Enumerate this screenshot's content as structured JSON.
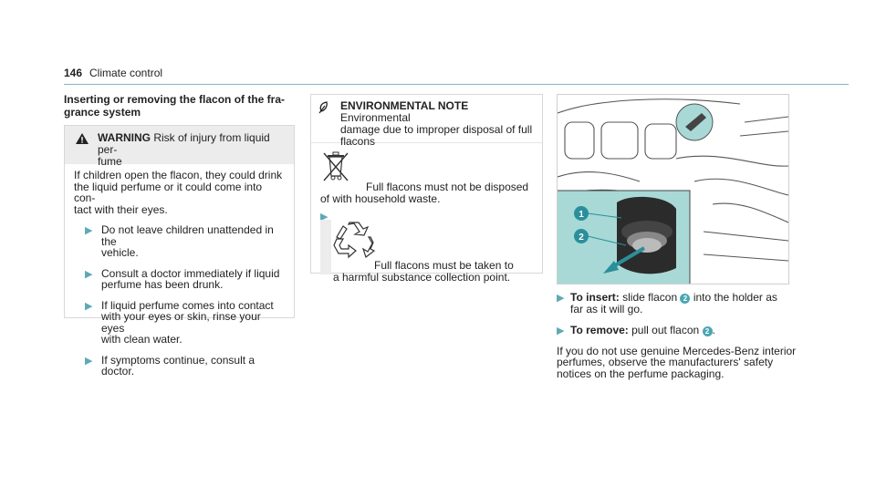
{
  "header": {
    "page_number": "146",
    "chapter": "Climate control"
  },
  "section": {
    "title_line1": "Inserting or removing the flacon of the fra-",
    "title_line2": "grance system"
  },
  "warning": {
    "label": "WARNING",
    "text_line1": " Risk of injury from liquid per-",
    "text_line2": "fume",
    "body": [
      "If children open the flacon, they could drink",
      "the liquid perfume or it could come into con-",
      "tact with their eyes."
    ],
    "steps": [
      [
        "Do not leave children unattended in the",
        "vehicle."
      ],
      [
        "Consult a doctor immediately if liquid",
        "perfume has been drunk."
      ],
      [
        "If liquid perfume comes into contact",
        "with your eyes or skin, rinse your eyes",
        "with clean water."
      ],
      [
        "If symptoms continue, consult a doctor."
      ]
    ]
  },
  "environmental": {
    "label": "ENVIRONMENTAL NOTE",
    "text_line1": " Environmental",
    "text_line2": "damage due to improper disposal of full",
    "text_line3": "flacons",
    "bin_text_line1": "Full flacons must not be disposed",
    "bin_text_line2": "of with household waste.",
    "recycle_text_line1": "Full flacons must be taken to",
    "recycle_text_line2": "a harmful substance collection point."
  },
  "figure": {
    "callouts": [
      "1",
      "2"
    ],
    "colors": {
      "accent": "#a8d9d6",
      "line": "#4a4a4a"
    }
  },
  "instructions": {
    "insert_label": "To insert:",
    "insert_text_a": " slide flacon ",
    "insert_badge": "2",
    "insert_text_b": " into the holder as",
    "insert_text_line2": "far as it will go.",
    "remove_label": "To remove:",
    "remove_text_a": " pull out flacon ",
    "remove_badge": "2",
    "remove_text_b": ".",
    "paragraph": [
      "If you do not use genuine Mercedes-Benz interior",
      "perfumes, observe the manufacturers' safety",
      "notices on the perfume packaging."
    ]
  }
}
